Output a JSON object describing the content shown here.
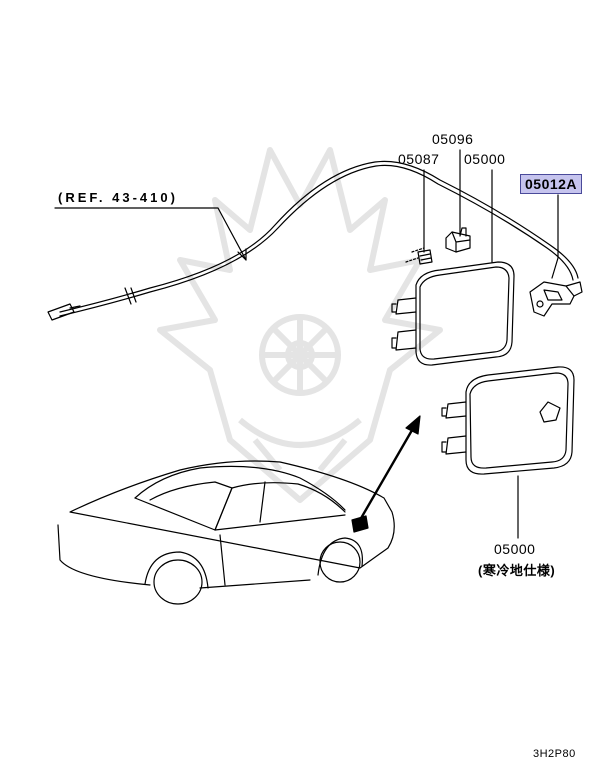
{
  "labels": {
    "ref": "(REF. 43-410)",
    "part_05096": "05096",
    "part_05087": "05087",
    "part_05000_top": "05000",
    "part_05012A": "05012A",
    "part_05000_bottom": "05000",
    "note_cold_spec": "(寒冷地仕様)",
    "diagram_code": "3H2P80"
  },
  "colors": {
    "line": "#000000",
    "highlight_fill": "#c6c4ee",
    "highlight_border": "#4a4a9a",
    "watermark": "#e6e6e6"
  },
  "icons": {
    "watermark": "samurai-helmet-watermark-icon"
  }
}
